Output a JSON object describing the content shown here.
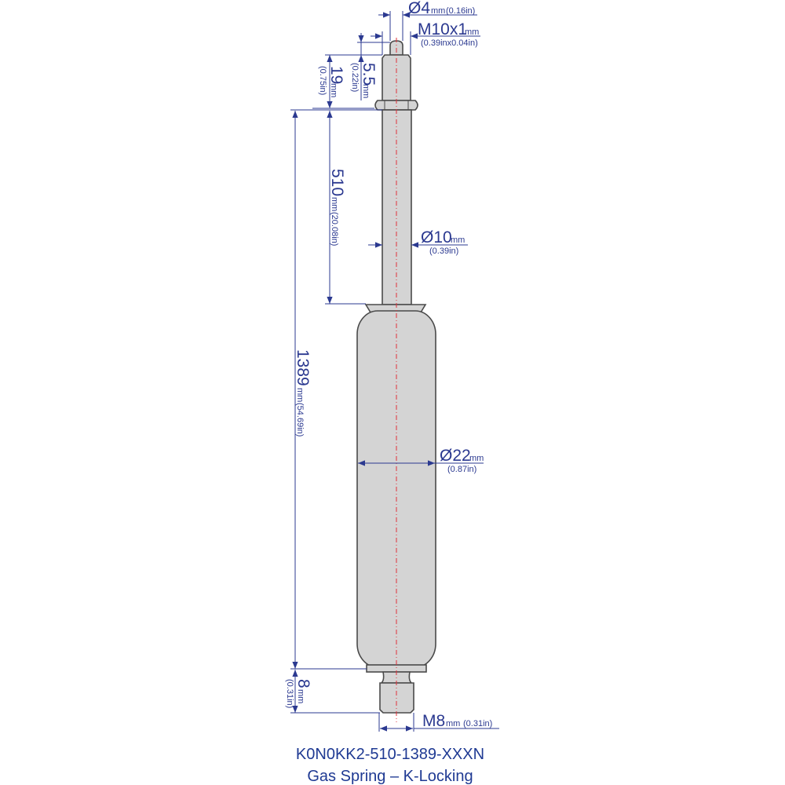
{
  "dimensions": {
    "pin_dia": {
      "value": "Ø4",
      "unit": "mm",
      "imperial": "(0.16in)"
    },
    "thread_top": {
      "value": "M10x1",
      "unit": "mm",
      "imperial": "(0.39inx0.04in)"
    },
    "pin_len": {
      "value": "5.5",
      "unit": "mm",
      "imperial": "(0.22in)"
    },
    "thread_len": {
      "value": "19",
      "unit": "mm",
      "imperial": "(0.75in)"
    },
    "stroke": {
      "value": "510",
      "unit": "mm",
      "imperial": "(20.08in)"
    },
    "rod_dia": {
      "value": "Ø10",
      "unit": "mm",
      "imperial": "(0.39in)"
    },
    "overall": {
      "value": "1389",
      "unit": "mm",
      "imperial": "(54.69in)"
    },
    "body_dia": {
      "value": "Ø22",
      "unit": "mm",
      "imperial": "(0.87in)"
    },
    "bottom_len": {
      "value": "8",
      "unit": "mm",
      "imperial": "(0.31in)"
    },
    "thread_bottom": {
      "value": "M8",
      "unit": "mm",
      "imperial": "(0.31in)"
    }
  },
  "caption": {
    "part_number": "K0N0KK2-510-1389-XXXN",
    "description": "Gas Spring – K-Locking"
  },
  "colors": {
    "dimension": "#2b3990",
    "centerline": "#e0303a",
    "part_fill": "#d4d4d4"
  }
}
